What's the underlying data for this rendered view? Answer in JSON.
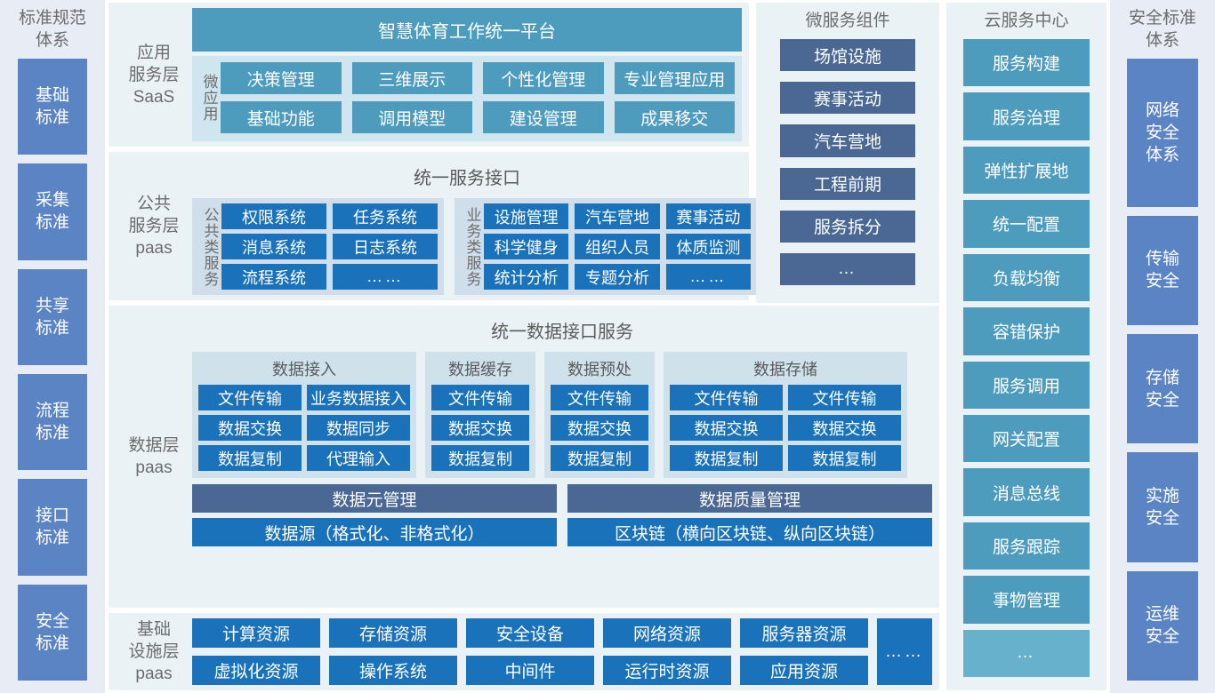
{
  "standards_left": {
    "title": "标准规范\n体系",
    "items": [
      {
        "label": "基础\n标准"
      },
      {
        "label": "采集\n标准"
      },
      {
        "label": "共享\n标准"
      },
      {
        "label": "流程\n标准"
      },
      {
        "label": "接口\n标准"
      },
      {
        "label": "安全\n标准"
      }
    ]
  },
  "application_layer": {
    "label": "应用\n服务层\nSaaS",
    "banner": "智慧体育工作统一平台",
    "vertical_label": "微应用",
    "apps": [
      "决策管理",
      "三维展示",
      "个性化管理",
      "专业管理应用",
      "基础功能",
      "调用模型",
      "建设管理",
      "成果移交"
    ]
  },
  "public_service_layer": {
    "label": "公共\n服务层\npaas",
    "banner": "统一服务接口",
    "groups": [
      {
        "vertical_label": "公共类服务",
        "items": [
          "权限系统",
          "任务系统",
          "消息系统",
          "日志系统",
          "流程系统",
          "……"
        ]
      },
      {
        "vertical_label": "业务类服务",
        "items": [
          "设施管理",
          "汽车营地",
          "赛事活动",
          "科学健身",
          "组织人员",
          "体质监测",
          "统计分析",
          "专题分析",
          "……"
        ]
      }
    ]
  },
  "data_layer": {
    "label": "数据层\npaas",
    "banner": "统一数据接口服务",
    "groups": [
      {
        "title": "数据接入",
        "items": [
          "文件传输",
          "业务数据接入",
          "数据交换",
          "数据同步",
          "数据复制",
          "代理输入"
        ]
      },
      {
        "title": "数据缓存",
        "items": [
          "文件传输",
          "数据交换",
          "数据复制"
        ]
      },
      {
        "title": "数据预处",
        "items": [
          "文件传输",
          "数据交换",
          "数据复制"
        ]
      },
      {
        "title": "数据存储",
        "items": [
          "文件传输",
          "文件传输",
          "数据交换",
          "数据交换",
          "数据复制",
          "数据复制"
        ]
      }
    ],
    "management_row": [
      "数据元管理",
      "数据质量管理"
    ],
    "source_row": [
      "数据源（格式化、非格式化）",
      "区块链（横向区块链、纵向区块链）"
    ]
  },
  "infrastructure_layer": {
    "label": "基础\n设施层\npaas",
    "items": [
      "计算资源",
      "存储资源",
      "安全设备",
      "网络资源",
      "服务器资源",
      "虚拟化资源",
      "操作系统",
      "中间件",
      "运行时资源",
      "应用资源"
    ],
    "more": "……"
  },
  "microservice_components": {
    "title": "微服务组件",
    "items": [
      "场馆设施",
      "赛事活动",
      "汽车营地",
      "工程前期",
      "服务拆分",
      "…"
    ]
  },
  "cloud_service_center": {
    "title": "云服务中心",
    "items": [
      "服务构建",
      "服务治理",
      "弹性扩展地",
      "统一配置",
      "负载均衡",
      "容错保护",
      "服务调用",
      "网关配置",
      "消息总线",
      "服务跟踪",
      "事物管理",
      "…"
    ]
  },
  "security_right": {
    "title": "安全标准\n体系",
    "items": [
      {
        "label": "网络\n安全\n体系"
      },
      {
        "label": "传输\n安全"
      },
      {
        "label": "存储\n安全"
      },
      {
        "label": "实施\n安全"
      },
      {
        "label": "运维\n安全"
      }
    ]
  },
  "colors": {
    "panel_bg": "#e8ecf4",
    "layer_bg": "#eaf2f6",
    "periwinkle": "#5b84c4",
    "teal": "#4d9cbd",
    "blue": "#1a72ba",
    "slate": "#4a6893",
    "group_bg": "#cfe2ec"
  }
}
